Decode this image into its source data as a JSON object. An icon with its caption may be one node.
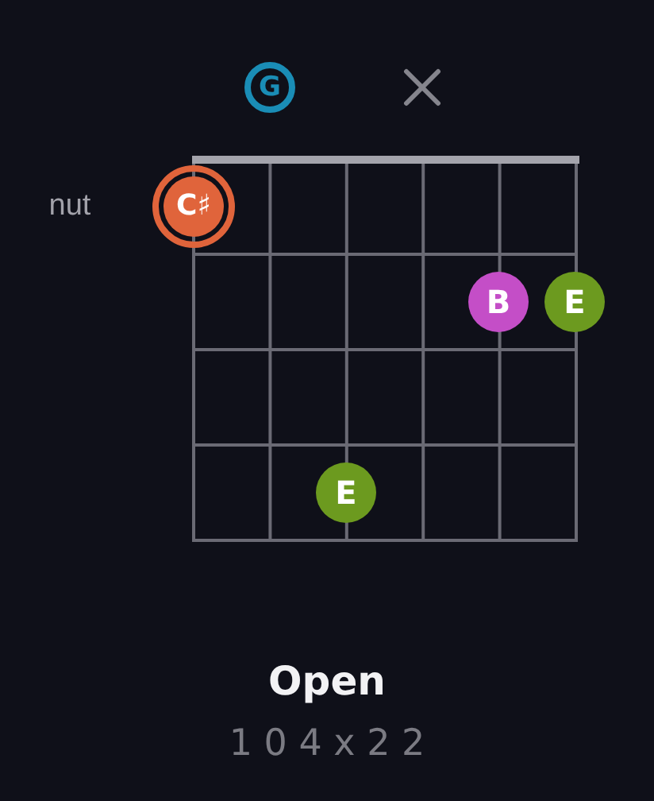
{
  "diagram": {
    "title": "Open",
    "caption": "1 0 4 x 2 2",
    "nodes": [
      {
        "text": [
          "G"
        ]
      },
      {
        "text": [],
        "shape": "cross"
      },
      {
        "text": [
          "C♯"
        ]
      },
      {
        "text": [
          "B"
        ]
      },
      {
        "text": [
          "E"
        ]
      },
      {
        "text": [
          "E"
        ]
      }
    ],
    "labels": [
      "nut"
    ]
  }
}
